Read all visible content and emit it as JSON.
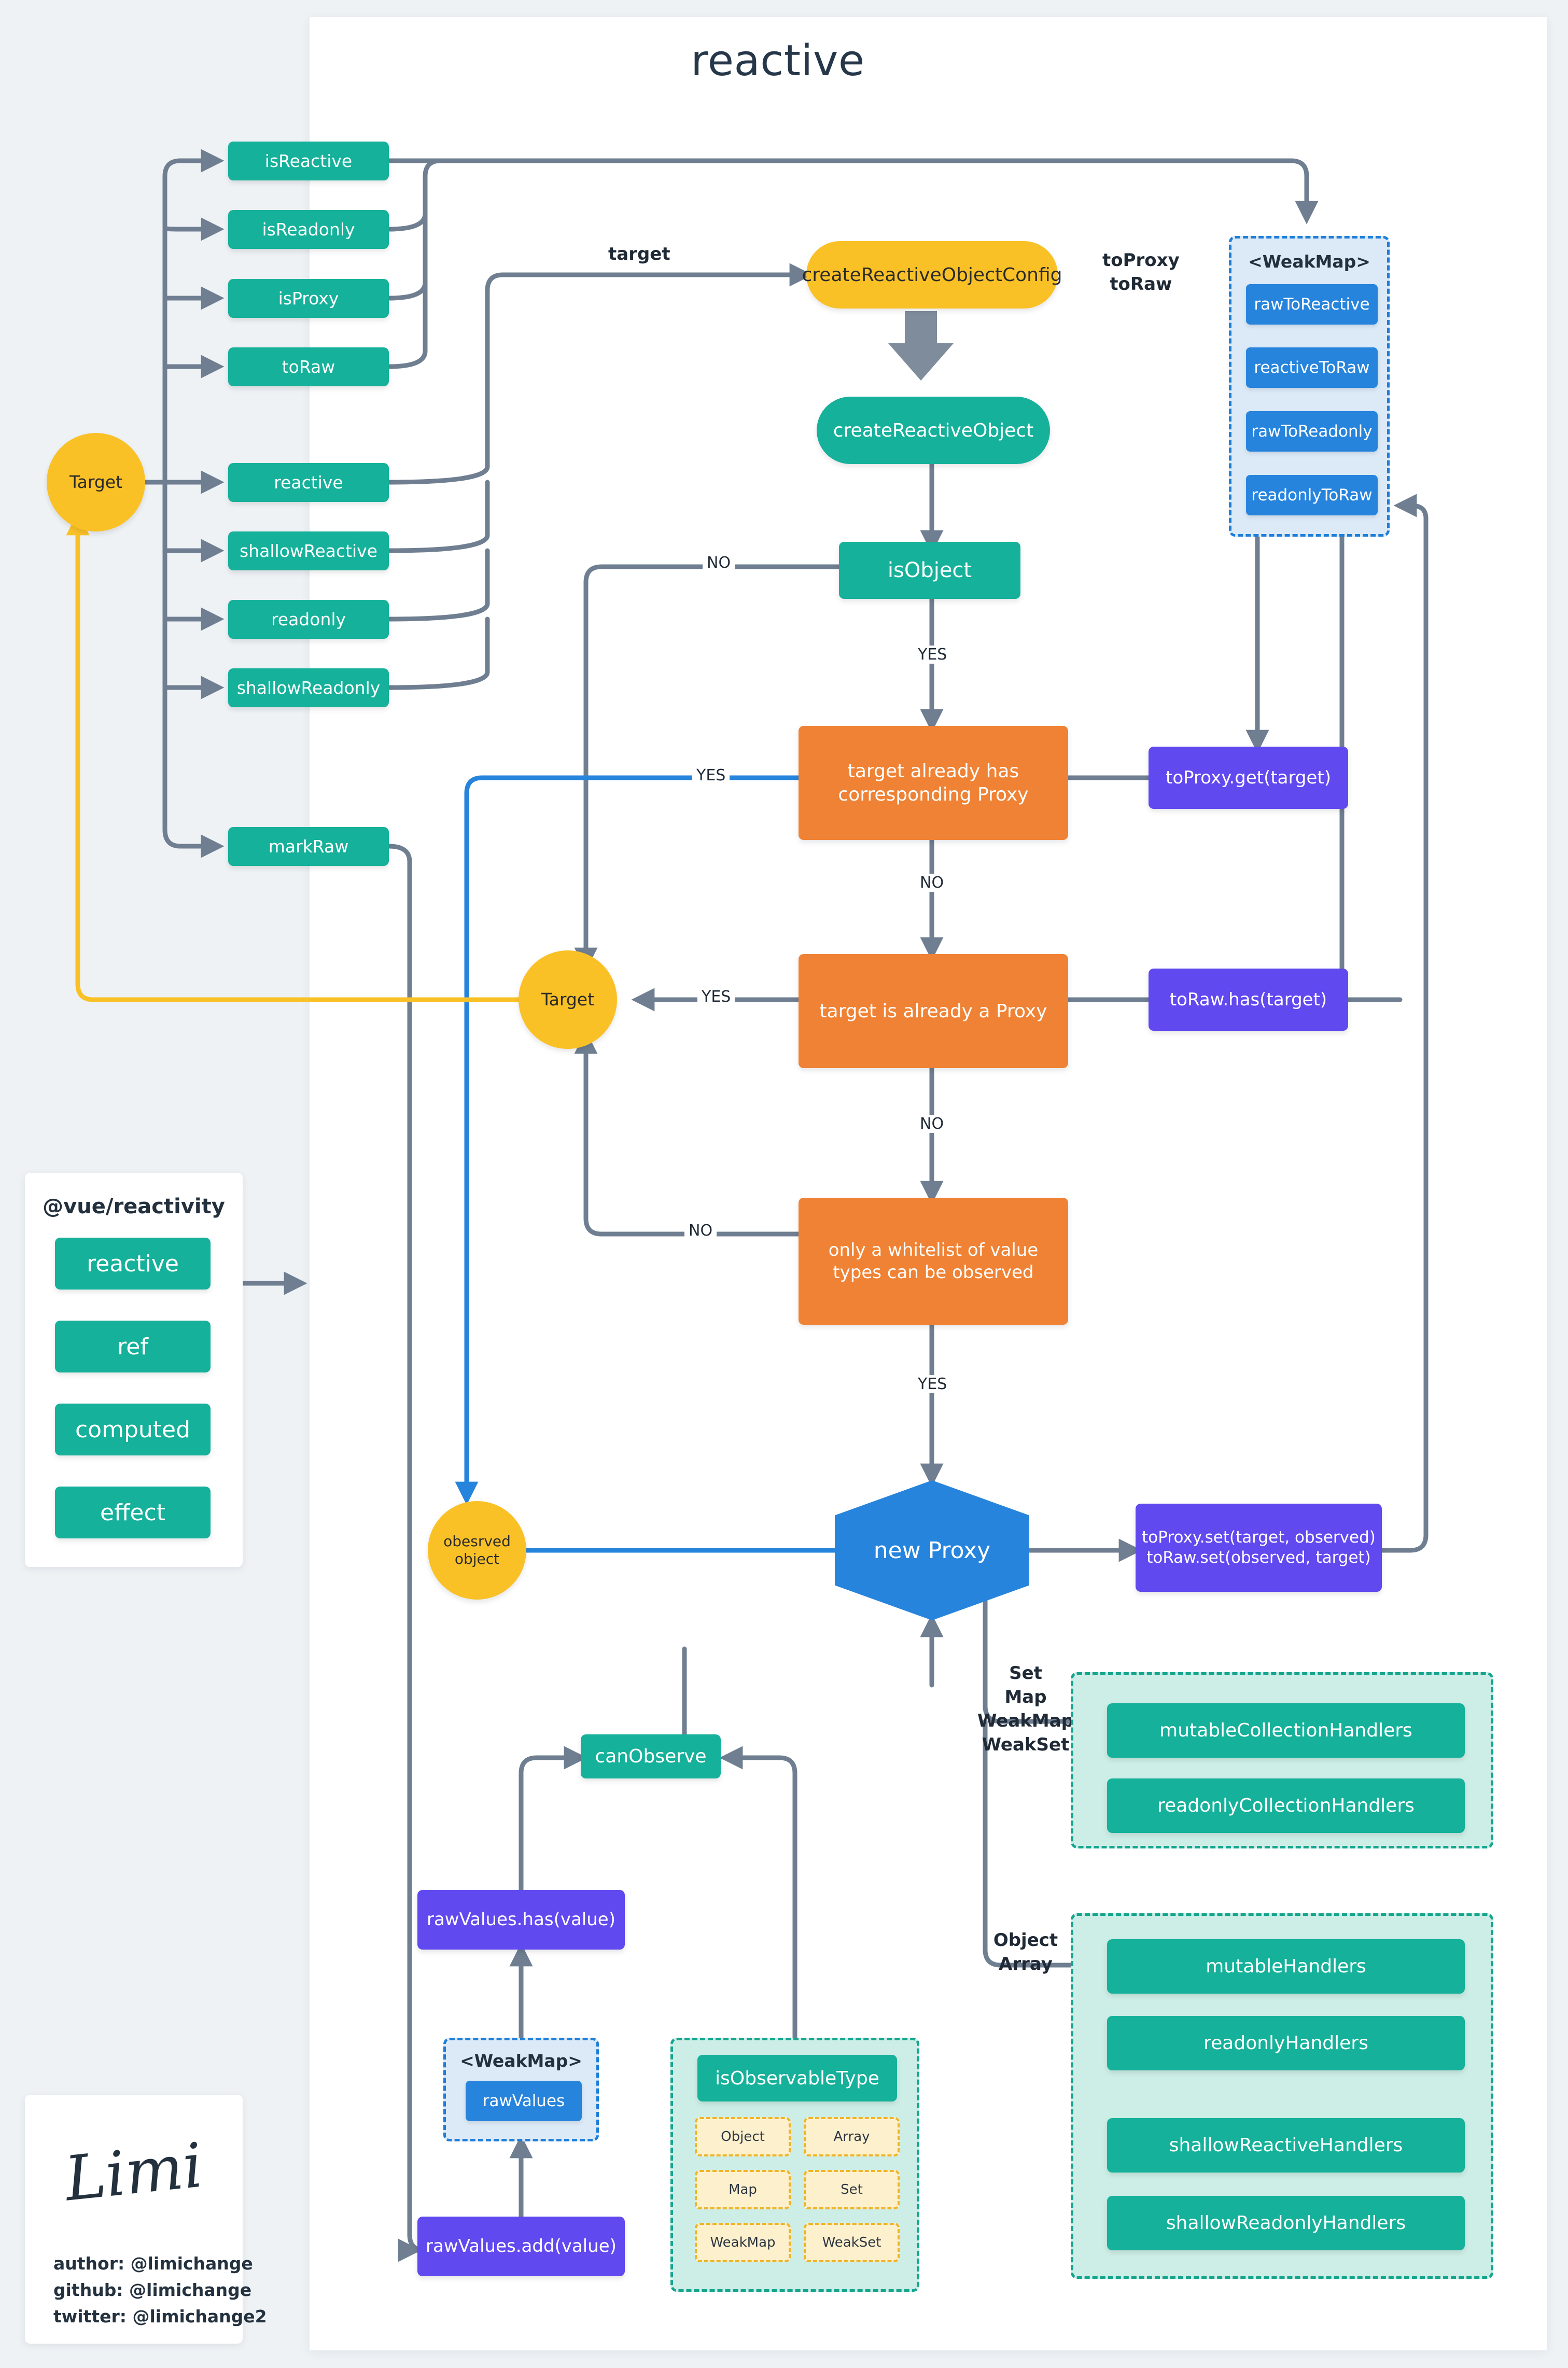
{
  "title": "reactive",
  "left_api": [
    {
      "label": "isReactive"
    },
    {
      "label": "isReadonly"
    },
    {
      "label": "isProxy"
    },
    {
      "label": "toRaw"
    },
    {
      "label": "reactive"
    },
    {
      "label": "shallowReactive"
    },
    {
      "label": "readonly"
    },
    {
      "label": "shallowReadonly"
    },
    {
      "label": "markRaw"
    }
  ],
  "nodes": {
    "target_left": "Target",
    "target_mid": "Target",
    "create_config": "createReactiveObjectConfig",
    "create_object": "createReactiveObject",
    "is_object": "isObject",
    "decision_has_proxy": "target already has corresponding Proxy",
    "decision_is_proxy": "target is already a Proxy",
    "decision_whitelist": "only a whitelist of value types can be observed",
    "new_proxy": "new Proxy",
    "observed_object": "obesrved object",
    "to_proxy_get": "toProxy.get(target)",
    "to_raw_has": "toRaw.has(target)",
    "to_proxy_set": "toProxy.set(target, observed)\ntoRaw.set(observed, target)",
    "can_observe": "canObserve",
    "raw_values_has": "rawValues.has(value)",
    "raw_values_add": "rawValues.add(value)",
    "is_observable_type": "isObservableType"
  },
  "weakmap_top": {
    "title": "<WeakMap>",
    "items": [
      "rawToReactive",
      "reactiveToRaw",
      "rawToReadonly",
      "readonlyToRaw"
    ]
  },
  "weakmap_bottom": {
    "title": "<WeakMap>",
    "items": [
      "rawValues"
    ]
  },
  "observable_types": [
    "Object",
    "Array",
    "Map",
    "Set",
    "WeakMap",
    "WeakSet"
  ],
  "handler_groups": [
    {
      "side_label": "Set\nMap\nWeakMap\nWeakSet",
      "items": [
        "mutableCollectionHandlers",
        "readonlyCollectionHandlers"
      ]
    },
    {
      "side_label": "Object\nArray",
      "items": [
        "mutableHandlers",
        "readonlyHandlers",
        "shallowReactiveHandlers",
        "shallowReadonlyHandlers"
      ]
    }
  ],
  "edge_labels": {
    "target": "target",
    "to_proxy_to_raw": "toProxy\ntoRaw",
    "yes": "YES",
    "no": "NO"
  },
  "legend": {
    "title": "@vue/reactivity",
    "items": [
      "reactive",
      "ref",
      "computed",
      "effect"
    ]
  },
  "author": {
    "signature": "Limi",
    "lines": "author: @limichange\ngithub: @limichange\ntwitter: @limichange2"
  },
  "colors": {
    "background": "#eef2f5",
    "panel": "#ffffff",
    "teal": "#15b19a",
    "yellow": "#fac127",
    "orange": "#ef8234",
    "purple": "#5f49ef",
    "blue": "#2684dd",
    "weakmap_bg": "#dceaf8",
    "handler_bg": "#cdeee6",
    "type_chip_bg": "#fdf0cd",
    "wire": "#6f7f91",
    "text_dark": "#23303d"
  }
}
